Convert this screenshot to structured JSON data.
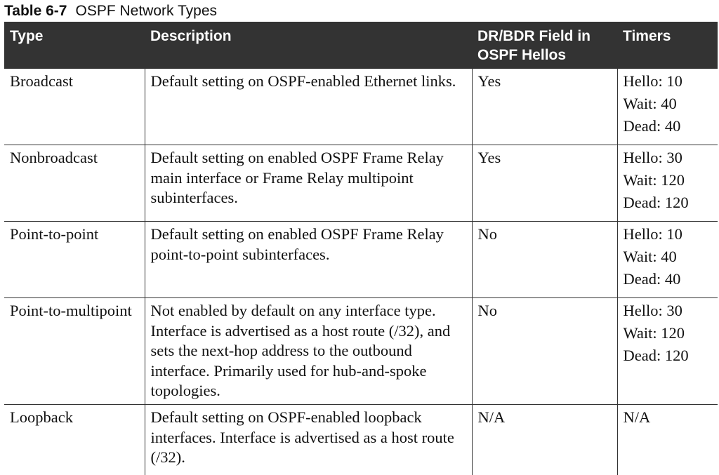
{
  "caption": {
    "number": "Table 6-7",
    "title": "OSPF Network Types"
  },
  "table": {
    "headers": [
      "Type",
      "Description",
      "DR/BDR Field in OSPF Hellos",
      "Timers"
    ],
    "rows": [
      {
        "type": "Broadcast",
        "description": "Default setting on OSPF-enabled Ethernet links.",
        "dr_bdr": "Yes",
        "timers": [
          "Hello: 10",
          "Wait: 40",
          "Dead: 40"
        ]
      },
      {
        "type": "Nonbroadcast",
        "description": "Default setting on enabled OSPF Frame Relay main interface or Frame Relay multipoint subinterfaces.",
        "dr_bdr": "Yes",
        "timers": [
          "Hello: 30",
          "Wait: 120",
          "Dead: 120"
        ]
      },
      {
        "type": "Point-to-point",
        "description": "Default setting on enabled OSPF Frame Relay point-to-point subinterfaces.",
        "dr_bdr": "No",
        "timers": [
          "Hello: 10",
          "Wait: 40",
          "Dead: 40"
        ]
      },
      {
        "type": "Point-to-multipoint",
        "description": "Not enabled by default on any interface type. Interface is advertised as a host route (/32), and sets the next-hop address to the outbound interface. Primarily used for hub-and-spoke topologies.",
        "dr_bdr": "No",
        "timers": [
          "Hello: 30",
          "Wait: 120",
          "Dead: 120"
        ]
      },
      {
        "type": "Loopback",
        "description": "Default setting on OSPF-enabled loopback interfaces. Interface is advertised as a host route (/32).",
        "dr_bdr": "N/A",
        "timers": [
          "N/A"
        ]
      }
    ]
  }
}
